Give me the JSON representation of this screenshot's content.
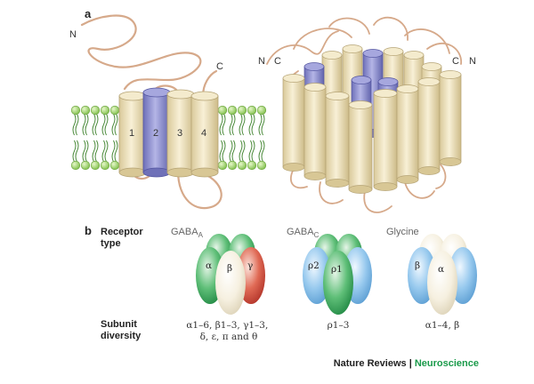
{
  "panel_a": {
    "label": "a",
    "left_terminal_n": "N",
    "left_terminal_c": "C",
    "helix_labels": [
      "1",
      "2",
      "3",
      "4"
    ],
    "right_terminal_n_left": "N",
    "right_terminal_c_left": "C",
    "right_terminal_c_right": "C",
    "right_terminal_n_right": "N"
  },
  "panel_b": {
    "label": "b",
    "receptor_type_label": [
      "Receptor",
      "type"
    ],
    "subunit_diversity_label": [
      "Subunit",
      "diversity"
    ],
    "receptors": [
      {
        "name": "GABA",
        "name_subscript": "A",
        "subunit_labels": [
          "α",
          "β",
          "γ"
        ],
        "diversity_lines": [
          "α1–6, β1–3, γ1–3,",
          "δ, ε, π and θ"
        ]
      },
      {
        "name": "GABA",
        "name_subscript": "C",
        "subunit_labels": [
          "ρ2",
          "ρ1"
        ],
        "diversity_lines": [
          "ρ1–3"
        ]
      },
      {
        "name": "Glycine",
        "name_subscript": "",
        "subunit_labels": [
          "β",
          "α"
        ],
        "diversity_lines": [
          "α1–4, β"
        ]
      }
    ]
  },
  "credit": {
    "journal": "Nature Reviews",
    "separator": " | ",
    "section": "Neuroscience"
  },
  "colors": {
    "helix_beige": "#e8dcb6",
    "helix_blue": "#8e8fcf",
    "loop": "#d6a98a",
    "lipid_head": "#9fd06a",
    "lipid_tail": "#4a8a3a",
    "green_subunit": "#3faa5c",
    "red_subunit": "#d04b3c",
    "cream_subunit": "#f4eede",
    "blue_subunit": "#8ec3ea",
    "accent_green": "#1a9a4a"
  }
}
